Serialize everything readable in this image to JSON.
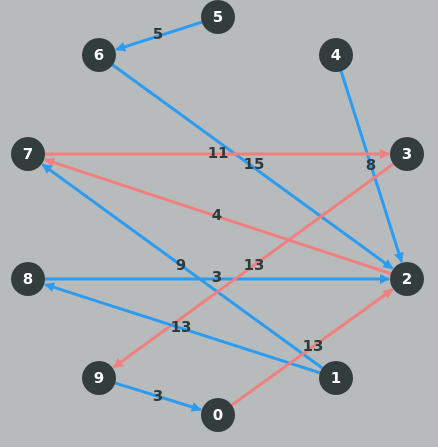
{
  "colors": {
    "background": "#b8bbbb",
    "node_fill": "#333d3d",
    "node_text": "#ffffff",
    "edge_blue": "#2b9cf2",
    "edge_red": "#f07f7f",
    "edge_label": "#2f3a3a"
  },
  "nodes": [
    {
      "id": "0",
      "label": "0"
    },
    {
      "id": "1",
      "label": "1"
    },
    {
      "id": "2",
      "label": "2"
    },
    {
      "id": "3",
      "label": "3"
    },
    {
      "id": "4",
      "label": "4"
    },
    {
      "id": "5",
      "label": "5"
    },
    {
      "id": "6",
      "label": "6"
    },
    {
      "id": "7",
      "label": "7"
    },
    {
      "id": "8",
      "label": "8"
    },
    {
      "id": "9",
      "label": "9"
    }
  ],
  "edges": [
    {
      "source": "5",
      "target": "6",
      "weight": "5",
      "color": "blue"
    },
    {
      "source": "6",
      "target": "2",
      "weight": "15",
      "color": "blue"
    },
    {
      "source": "4",
      "target": "2",
      "weight": "8",
      "color": "blue"
    },
    {
      "source": "7",
      "target": "3",
      "weight": "11",
      "color": "red"
    },
    {
      "source": "2",
      "target": "7",
      "weight": "4",
      "color": "red"
    },
    {
      "source": "1",
      "target": "7",
      "weight": "9",
      "color": "blue"
    },
    {
      "source": "8",
      "target": "2",
      "weight": "3",
      "color": "blue"
    },
    {
      "source": "3",
      "target": "9",
      "weight": "13",
      "color": "red"
    },
    {
      "source": "1",
      "target": "8",
      "weight": "13",
      "color": "blue"
    },
    {
      "source": "0",
      "target": "2",
      "weight": "13",
      "color": "red"
    },
    {
      "source": "9",
      "target": "0",
      "weight": "3",
      "color": "blue"
    }
  ]
}
